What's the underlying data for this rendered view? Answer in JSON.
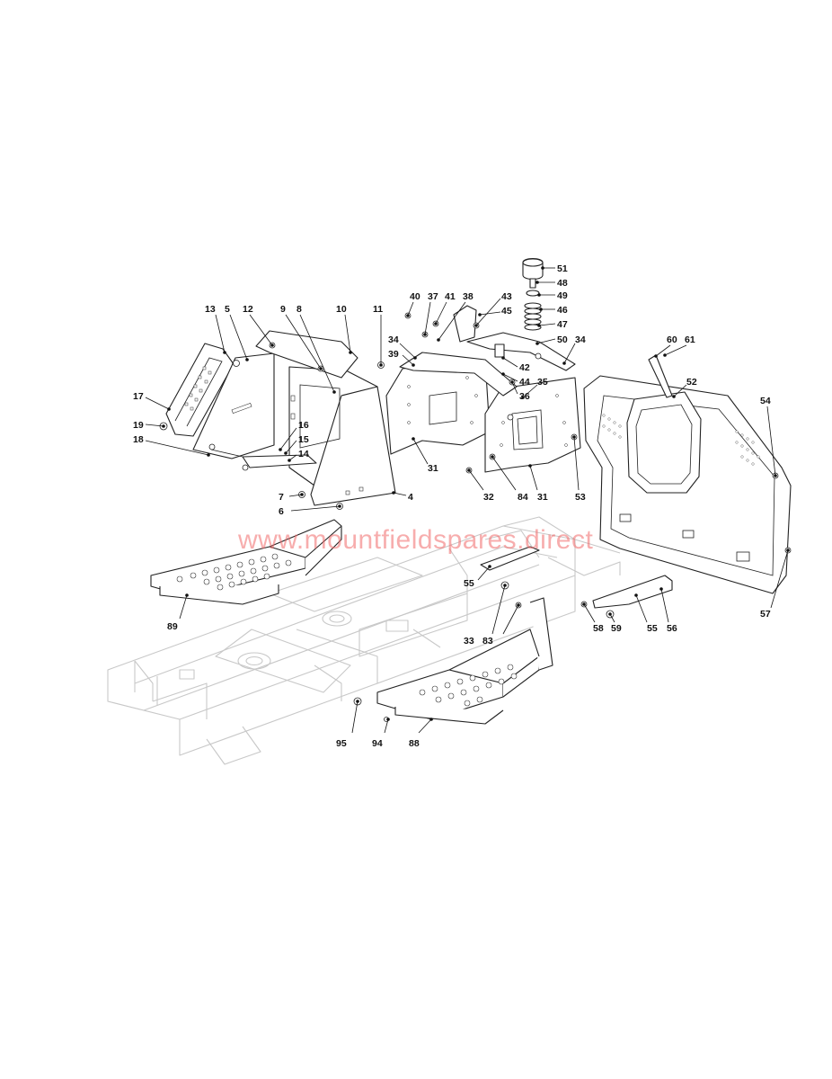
{
  "watermark": "www.mountfieldspares.direct",
  "callouts": [
    {
      "id": "c51",
      "text": "51"
    },
    {
      "id": "c48",
      "text": "48"
    },
    {
      "id": "c49",
      "text": "49"
    },
    {
      "id": "c46",
      "text": "46"
    },
    {
      "id": "c47",
      "text": "47"
    },
    {
      "id": "c50",
      "text": "50"
    },
    {
      "id": "c34a",
      "text": "34"
    },
    {
      "id": "c43",
      "text": "43"
    },
    {
      "id": "c45",
      "text": "45"
    },
    {
      "id": "c40",
      "text": "40"
    },
    {
      "id": "c37",
      "text": "37"
    },
    {
      "id": "c41",
      "text": "41"
    },
    {
      "id": "c38",
      "text": "38"
    },
    {
      "id": "c34b",
      "text": "34"
    },
    {
      "id": "c39",
      "text": "39"
    },
    {
      "id": "c42",
      "text": "42"
    },
    {
      "id": "c44",
      "text": "44"
    },
    {
      "id": "c35",
      "text": "35"
    },
    {
      "id": "c36",
      "text": "36"
    },
    {
      "id": "c13",
      "text": "13"
    },
    {
      "id": "c5",
      "text": "5"
    },
    {
      "id": "c12",
      "text": "12"
    },
    {
      "id": "c9",
      "text": "9"
    },
    {
      "id": "c8",
      "text": "8"
    },
    {
      "id": "c10",
      "text": "10"
    },
    {
      "id": "c11",
      "text": "11"
    },
    {
      "id": "c60",
      "text": "60"
    },
    {
      "id": "c61",
      "text": "61"
    },
    {
      "id": "c52",
      "text": "52"
    },
    {
      "id": "c17",
      "text": "17"
    },
    {
      "id": "c19",
      "text": "19"
    },
    {
      "id": "c18",
      "text": "18"
    },
    {
      "id": "c16",
      "text": "16"
    },
    {
      "id": "c15",
      "text": "15"
    },
    {
      "id": "c14",
      "text": "14"
    },
    {
      "id": "c7",
      "text": "7"
    },
    {
      "id": "c4",
      "text": "4"
    },
    {
      "id": "c6",
      "text": "6"
    },
    {
      "id": "c31a",
      "text": "31"
    },
    {
      "id": "c32",
      "text": "32"
    },
    {
      "id": "c84",
      "text": "84"
    },
    {
      "id": "c31b",
      "text": "31"
    },
    {
      "id": "c53",
      "text": "53"
    },
    {
      "id": "c54",
      "text": "54"
    },
    {
      "id": "c57",
      "text": "57"
    },
    {
      "id": "c55a",
      "text": "55"
    },
    {
      "id": "c33",
      "text": "33"
    },
    {
      "id": "c83",
      "text": "83"
    },
    {
      "id": "c58",
      "text": "58"
    },
    {
      "id": "c59",
      "text": "59"
    },
    {
      "id": "c55b",
      "text": "55"
    },
    {
      "id": "c56",
      "text": "56"
    },
    {
      "id": "c89",
      "text": "89"
    },
    {
      "id": "c95",
      "text": "95"
    },
    {
      "id": "c94",
      "text": "94"
    },
    {
      "id": "c88",
      "text": "88"
    }
  ]
}
